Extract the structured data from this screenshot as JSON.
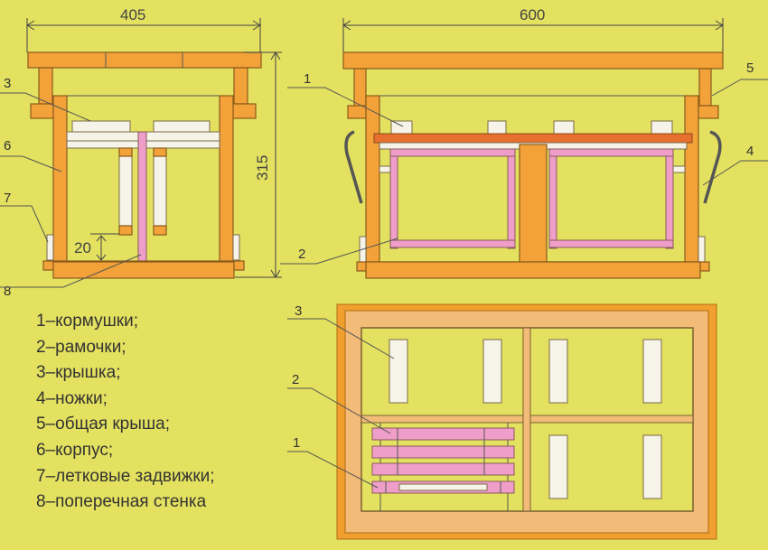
{
  "dimensions": {
    "width_left": "405",
    "height_left": "315",
    "gap": "20",
    "width_right": "600"
  },
  "callouts": {
    "left_view": [
      "3",
      "6",
      "7",
      "8"
    ],
    "right_view": [
      "1",
      "5",
      "4",
      "2"
    ],
    "top_view": [
      "3",
      "2",
      "1"
    ]
  },
  "legend": [
    "1–кормушки;",
    "2–рамочки;",
    "3–крышка;",
    "4–ножки;",
    "5–общая крыша;",
    "6–корпус;",
    "7–летковые задвижки;",
    "8–поперечная стенка"
  ],
  "colors": {
    "background": "#e3e15f",
    "wood": "#f2a238",
    "frame": "#ee9ec8"
  }
}
